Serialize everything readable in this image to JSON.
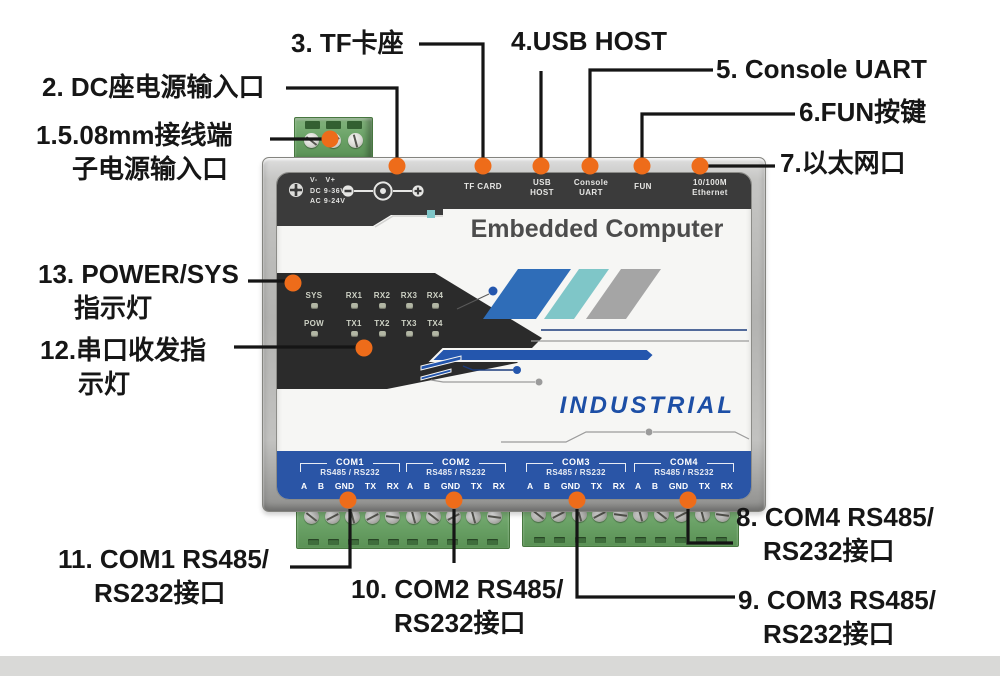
{
  "callouts": [
    {
      "lines": [
        "1.5.08mm接线端",
        "子电源输入口"
      ]
    },
    {
      "lines": [
        "2. DC座电源输入口"
      ]
    },
    {
      "lines": [
        "3. TF卡座"
      ]
    },
    {
      "lines": [
        "4.USB HOST"
      ]
    },
    {
      "lines": [
        "5. Console UART"
      ]
    },
    {
      "lines": [
        "6.FUN按键"
      ]
    },
    {
      "lines": [
        "7.以太网口"
      ]
    },
    {
      "lines": [
        "8. COM4 RS485/",
        "RS232接口"
      ]
    },
    {
      "lines": [
        "9. COM3 RS485/",
        "RS232接口"
      ]
    },
    {
      "lines": [
        "10. COM2 RS485/",
        "RS232接口"
      ]
    },
    {
      "lines": [
        "11. COM1 RS485/",
        "RS232接口"
      ]
    },
    {
      "lines": [
        "12.串口收发指",
        "示灯"
      ]
    },
    {
      "lines": [
        "13. POWER/SYS",
        "指示灯"
      ]
    }
  ],
  "device": {
    "title": "Embedded Computer",
    "brand": "INDUSTRIAL",
    "top_strip": {
      "power": {
        "terminals": "V-   V+",
        "dc_range": "DC 9-36V",
        "ac_range": "AC 9-24V"
      },
      "ports": [
        {
          "line1": "TF CARD",
          "line2": ""
        },
        {
          "line1": "USB",
          "line2": "HOST"
        },
        {
          "line1": "Console",
          "line2": "UART"
        },
        {
          "line1": "FUN",
          "line2": ""
        },
        {
          "line1": "10/100M",
          "line2": "Ethernet"
        }
      ]
    },
    "leds": {
      "row1": [
        "SYS",
        "RX1",
        "RX2",
        "RX3",
        "RX4"
      ],
      "row2": [
        "POW",
        "TX1",
        "TX2",
        "TX3",
        "TX4"
      ]
    },
    "com_ports": [
      {
        "name": "COM1",
        "standard": "RS485 / RS232",
        "pins": [
          "A",
          "B",
          "GND",
          "TX",
          "RX"
        ]
      },
      {
        "name": "COM2",
        "standard": "RS485 / RS232",
        "pins": [
          "A",
          "B",
          "GND",
          "TX",
          "RX"
        ]
      },
      {
        "name": "COM3",
        "standard": "RS485 / RS232",
        "pins": [
          "A",
          "B",
          "GND",
          "TX",
          "RX"
        ]
      },
      {
        "name": "COM4",
        "standard": "RS485 / RS232",
        "pins": [
          "A",
          "B",
          "GND",
          "TX",
          "RX"
        ]
      }
    ]
  },
  "colors": {
    "callout_marker": "#ee6c1a",
    "callout_line": "#151515",
    "panel_dark": "#3b3b3b",
    "led_panel_black": "#2b2b2b",
    "brand_blue": "#1d4fa6",
    "com_bar_blue": "#2a55a6",
    "stripe_blue": "#2f6db8",
    "stripe_teal": "#7fc6c8",
    "stripe_gray": "#a5a5a5",
    "terminal_green": "#6ca368",
    "metal_silver": "#bfbfbd"
  }
}
